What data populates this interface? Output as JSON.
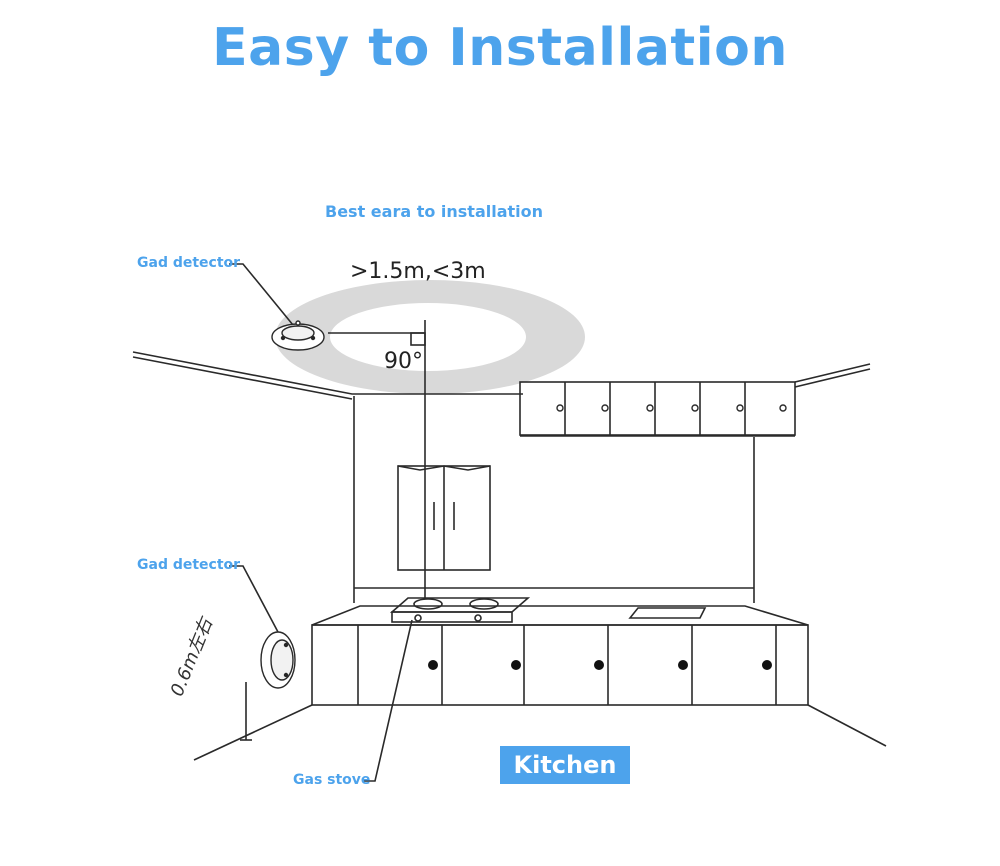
{
  "colors": {
    "accent": "#4da3ec",
    "line": "#2a2a2a",
    "ring": "#d9d9d9",
    "white": "#ffffff"
  },
  "header": {
    "title": "Easy to Installation"
  },
  "diagram": {
    "best_area_label": "Best eara to installation",
    "distance_label": ">1.5m,<3m",
    "angle_label": "90°",
    "ceiling_detector_label": "Gad detector",
    "wall_detector_label": "Gad detector",
    "height_label": "0.6m左右",
    "gas_stove_label": "Gas stove",
    "room_label": "Kitchen"
  }
}
